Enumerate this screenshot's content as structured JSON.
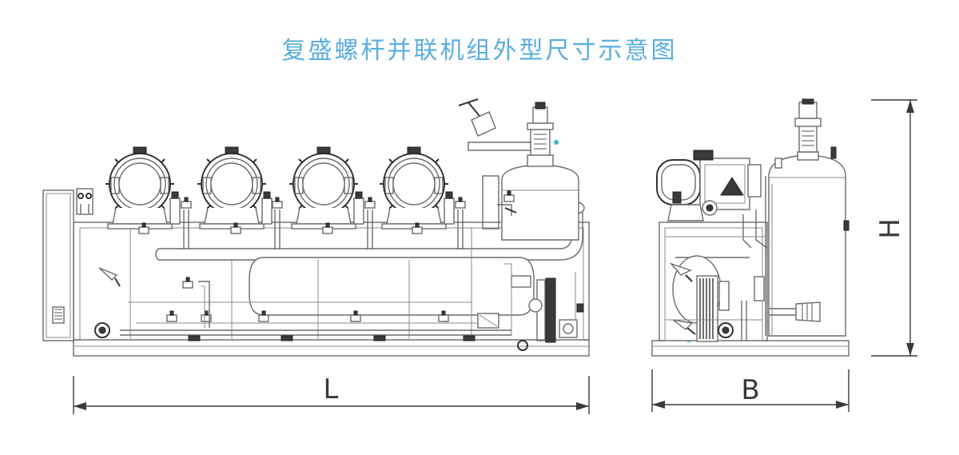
{
  "title": "复盛螺杆并联机组外型尺寸示意图",
  "dimensions": {
    "length_label": "L",
    "width_label": "B",
    "height_label": "H"
  },
  "colors": {
    "title": "#5aaee0",
    "line": "#6b6b6b",
    "dimension": "#3a3a3a"
  }
}
